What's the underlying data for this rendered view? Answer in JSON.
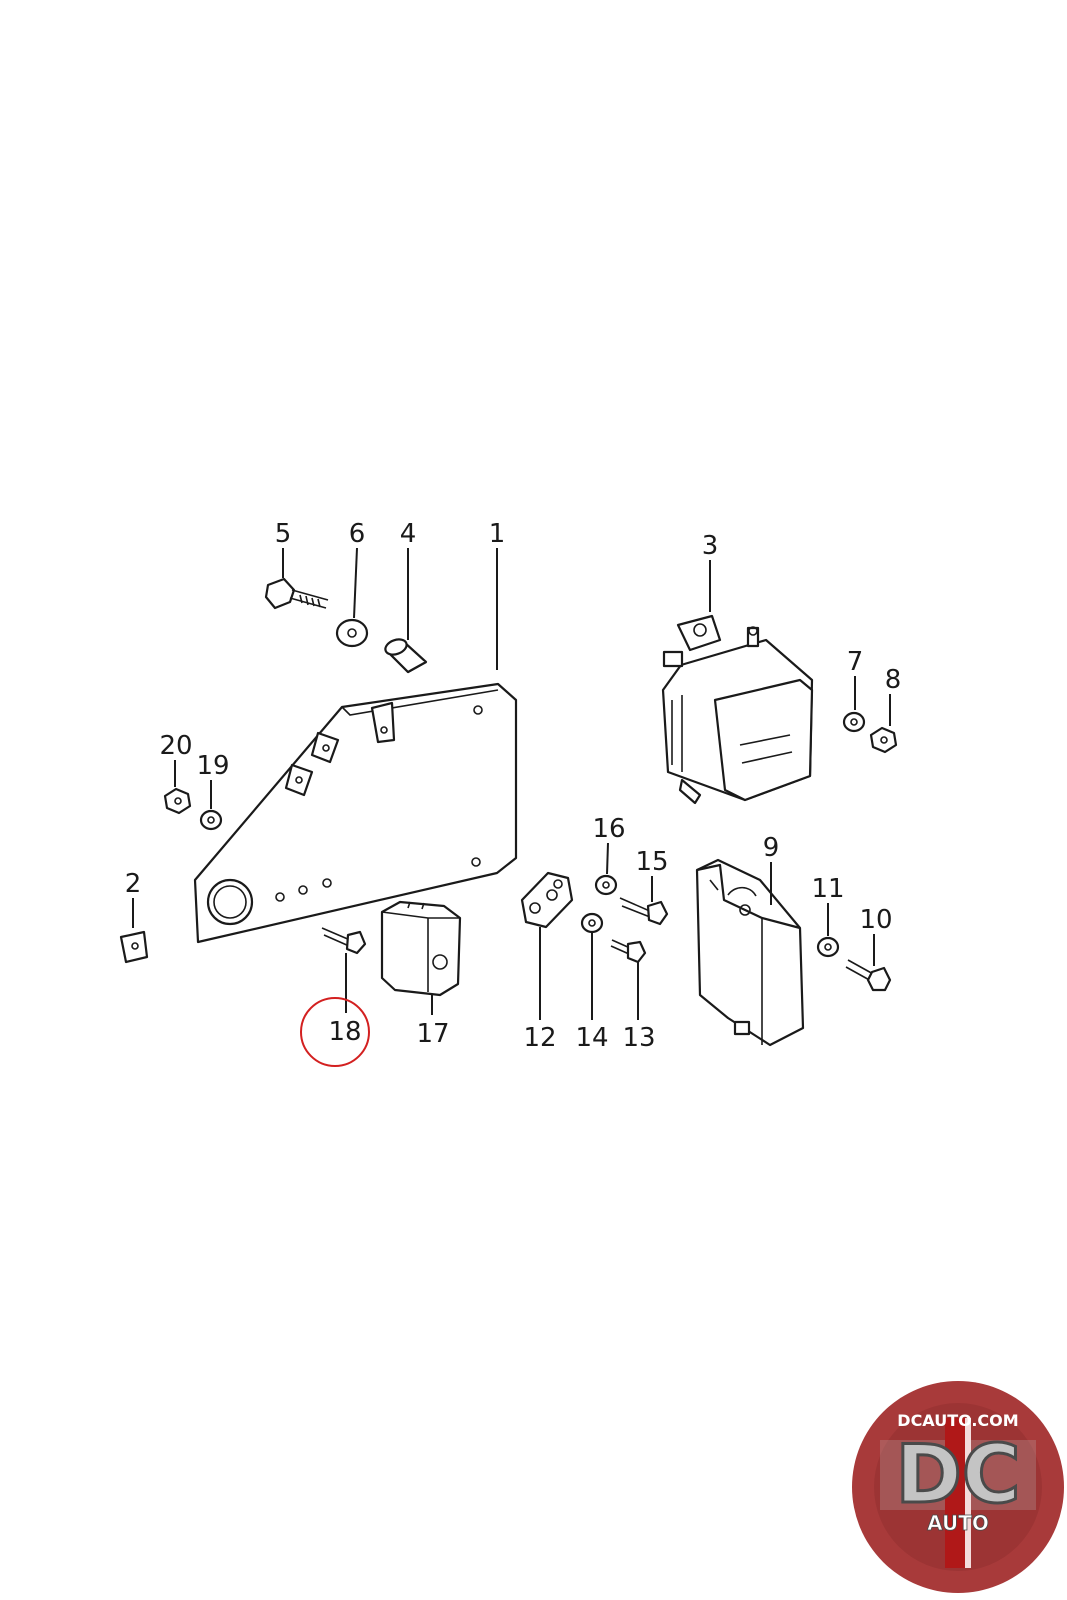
{
  "callouts": [
    {
      "id": "1",
      "label": "1"
    },
    {
      "id": "2",
      "label": "2"
    },
    {
      "id": "3",
      "label": "3"
    },
    {
      "id": "4",
      "label": "4"
    },
    {
      "id": "5",
      "label": "5"
    },
    {
      "id": "6",
      "label": "6"
    },
    {
      "id": "7",
      "label": "7"
    },
    {
      "id": "8",
      "label": "8"
    },
    {
      "id": "9",
      "label": "9"
    },
    {
      "id": "10",
      "label": "10"
    },
    {
      "id": "11",
      "label": "11"
    },
    {
      "id": "12",
      "label": "12"
    },
    {
      "id": "13",
      "label": "13"
    },
    {
      "id": "14",
      "label": "14"
    },
    {
      "id": "15",
      "label": "15"
    },
    {
      "id": "16",
      "label": "16"
    },
    {
      "id": "17",
      "label": "17"
    },
    {
      "id": "18",
      "label": "18"
    },
    {
      "id": "19",
      "label": "19"
    },
    {
      "id": "20",
      "label": "20"
    }
  ],
  "highlighted_part": "18",
  "highlight_color": "#d32020",
  "logo": {
    "top_text": "DCAUTO.COM",
    "main_text": "DC",
    "sub_text": "AUTO",
    "colors": {
      "ring": "#a83a3a",
      "center": "#c4c4c4",
      "stripe": "#b01818"
    }
  }
}
